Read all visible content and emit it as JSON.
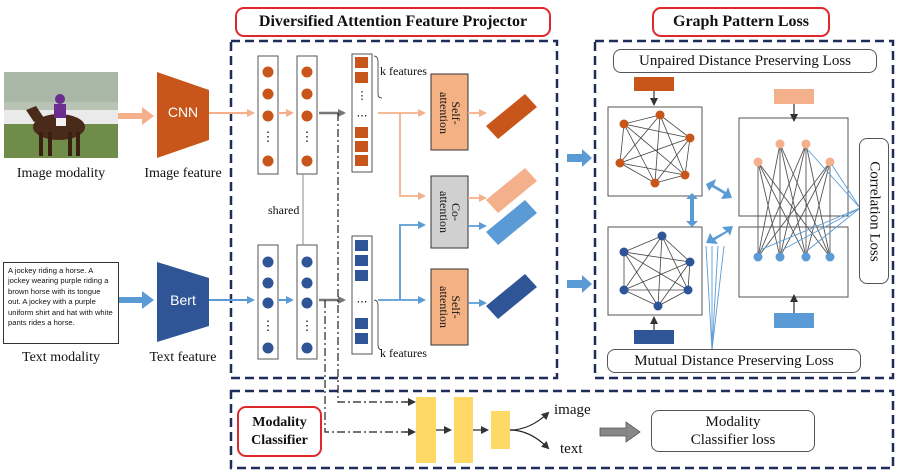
{
  "titles": {
    "projector": "Diversified Attention Feature Projector",
    "graph_loss": "Graph Pattern Loss"
  },
  "inputs": {
    "image_caption": "Image modality",
    "text_caption": "Text modality",
    "text_sample": "A jockey riding a horse. A jockey wearing purple riding a brown horse with its tongue out. A jockey with a purple uniform shirt and hat with white pants rides a horse."
  },
  "encoders": {
    "cnn_label": "CNN",
    "bert_label": "Bert",
    "image_feature_caption": "Image feature",
    "text_feature_caption": "Text feature",
    "cnn_color": "#c8561a",
    "bert_color": "#2f5596"
  },
  "projector": {
    "shared_label": "shared",
    "k_features_top": "k features",
    "k_features_bottom": "k features",
    "self_attention_top": "Self-\nattention",
    "co_attention": "Co-\nattention",
    "self_attention_bottom": "Self-\nattention"
  },
  "losses": {
    "unpaired": "Unpaired Distance Preserving Loss",
    "mutual": "Mutual Distance Preserving Loss",
    "correlation": "Correlation Loss"
  },
  "classifier": {
    "title": "Modality\nClassifier",
    "out_image": "image",
    "out_text": "text",
    "loss": "Modality\nClassifier loss"
  },
  "colors": {
    "accent_red": "#e0282c",
    "dashed_frame": "#1f2d5a",
    "orange_dark": "#c8561a",
    "orange_light": "#f4b08a",
    "blue_dark": "#2f5596",
    "blue_light": "#5b9bd5",
    "attention_fill": "#f4b183",
    "coattention_fill": "#d0d0d0",
    "classifier_yellow": "#ffd966"
  }
}
